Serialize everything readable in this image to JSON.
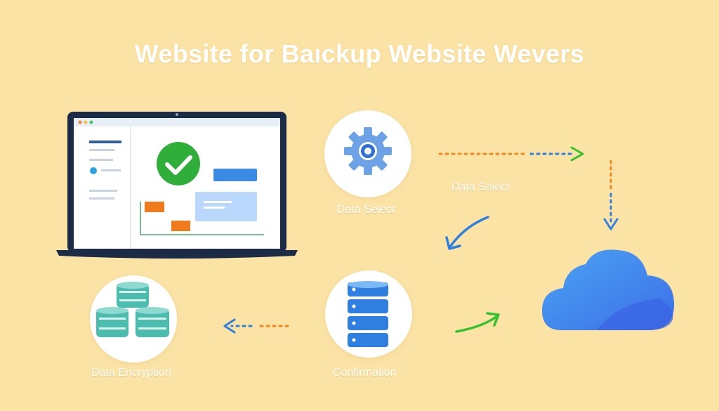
{
  "title": "Website for Baıckup Website Wevers",
  "nodes": {
    "gear": {
      "label": "Data Select",
      "icon": "gear-icon"
    },
    "arrow_label": "Data Select",
    "database": {
      "label": "Confirmation",
      "icon": "database-icon"
    },
    "stacks": {
      "label": "Data Encryption",
      "icon": "database-stack-icon"
    },
    "cloud": {
      "icon": "cloud-icon"
    },
    "laptop": {
      "icon": "laptop-icon"
    }
  },
  "colors": {
    "background": "#fbe3a6",
    "blue": "#2f7fe0",
    "orange": "#f08a1c",
    "green": "#36c22e",
    "teal": "#46b9ad",
    "laptop_frame": "#1c2c47"
  }
}
